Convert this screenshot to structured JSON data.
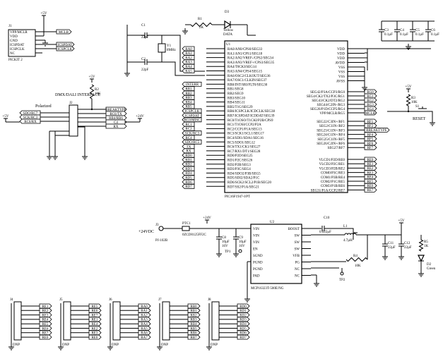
{
  "pickit": {
    "ref": "J1",
    "name": "PICKIT 2",
    "pins": [
      "VPP/MCLR",
      "VDD",
      "GND",
      "ICSPDAT",
      "ICSPCLK",
      "NC"
    ],
    "flags": [
      "MCLR",
      "ICSPDAT",
      "ICSPCLK"
    ],
    "vcc": "+5V"
  },
  "dmx": {
    "title": "DMX/DALI INTERFACE",
    "ref": "J2",
    "polarized": "Polarized",
    "r": "R2",
    "rv": "10K",
    "vcc": "+5V",
    "v24": "+24V",
    "left_flags": [
      "SDO/RC7",
      "SCK/RC3",
      "RC6/RX"
    ],
    "right_flags": [
      "BREAKTYPE",
      "RC6/TX",
      "RB4/RB6",
      "C4",
      "RX"
    ],
    "ctl": "BREAKTYPE"
  },
  "mcu": {
    "ref": "U1",
    "part": "PIC16F1947-I/PT",
    "left_pins": [
      "RA0/AN0/CPS0/SEG33",
      "RA1/AN1/CPS1/SEG18",
      "RA2/AN2/VREF-/CPS2/SEG34",
      "RA3/AN3/VREF+/CPS3/SEG35",
      "RA4/T0CKI/SEG14",
      "RA5/AN4/CPS4/SEG15",
      "RA6/OSC2/CLKOUT/SEG36",
      "RA7/OSC1/CLKIN/SEG37",
      "RB0/INT/SRI/FLT0/SEG30",
      "RB1/SEG8",
      "RB2/SEG9",
      "RB3/SEG10",
      "RB4/SEG11",
      "RB5/T1G/SEG29",
      "RB6/ICSPCLK/ICDCLK/SEG38",
      "RB7/ICSPDAT/ICDDAT/SEG39",
      "RC0/T1OSO/T1CKI/P2B/CPS9",
      "RC1/T1OSI/CCP2/P2A",
      "RC2/CCP1/P1A/SEG13",
      "RC3/SCK1/SCL1/SEG17",
      "RC4/SDI1/SDA1/SEG16",
      "RC5/SDO1/SEG12",
      "RC6/TX1/CK1/SEG27",
      "RC7/RX1/DT1/SEG28",
      "RD0/P2D/SEG25",
      "RD1/P2C/SEG26",
      "RD2/P2B/SEG3",
      "RD3/P3C/SEG4",
      "RD4/SDO2/P3B/SEG5",
      "RD5/SDI2/SDA2/P1C",
      "RD6/SCK2/SCL2/P1B/SEG20",
      "RD7/SS2/P1A/SEG21"
    ],
    "right_pins": [
      "VDD",
      "VDD",
      "VDD",
      "AVDD",
      "VSS",
      "VSS",
      "VSS",
      "AVSS",
      "SEG42/P3A/CCP3/RG0",
      "SEG4/CK2/TX2/P3C/RG1",
      "SEG43/CK2/DT2/RG2",
      "SEG44/C2IN-/RG3",
      "SEG26/P1D/CCP5/RG4",
      "VPP/MCLR/RG5",
      "SEG22/C3IN+/RF1",
      "SEG2/C1IN-/RF2",
      "SEG23/C1IN+/RF3",
      "SEG24/C1IN+/RF4",
      "SEG25/C1IN-/RF5",
      "SEG26/C2IN+/RF6",
      "SEG27/RF7",
      "VLCD1/P2D/RE0",
      "VLCD2/P2C/RE1",
      "VLCD3/P2B/RE2",
      "COM0/P3C/RE3",
      "COM1/P3B/RE4",
      "COM2/P1C/RE5",
      "COM3/P1B/RE6",
      "SEG31/P1A/CCP2/RE7"
    ],
    "left_flags": [
      "RA0",
      "RA1",
      "RA2",
      "RA3",
      "RA4",
      "RA5",
      "",
      "",
      "INTERR",
      "RB1",
      "RB2",
      "RB3",
      "RB4",
      "RB5",
      "ICSPCLK",
      "ICSPDAT",
      "RC0/MISC",
      "RC1",
      "RC2",
      "SCK/RC3",
      "RC4",
      "SDO/RC5",
      "TX",
      "RX",
      "RD0",
      "RD1",
      "RD2",
      "RD3",
      "RD4",
      "RD5",
      "RD6",
      "RD7"
    ],
    "right_flags": [
      "RG0",
      "RG1",
      "RG2",
      "RG3",
      "RG4",
      "MCLR",
      "RF1",
      "RF2",
      "BREAKTYPE",
      "RF4",
      "RF5",
      "RF6",
      "RF7",
      "RE0",
      "RE1",
      "RE2",
      "RE3",
      "RE4",
      "RE5",
      "RE6",
      "RE7"
    ]
  },
  "osc": {
    "c1": "C1",
    "c1v": "22pF",
    "c2": "C2",
    "c2v": "22pF",
    "y": "Y1",
    "yv": "8MHz"
  },
  "led_top": {
    "r": "R1",
    "rv": "2K",
    "d": "D3",
    "dv": "Yellow",
    "label": "DATA"
  },
  "decoupling": {
    "caps": [
      "C3",
      "C4",
      "C5",
      "C6"
    ],
    "val": "0.1µF"
  },
  "reset": {
    "r": "R3",
    "rv": "10K",
    "s": "S1",
    "label": "RESET",
    "flag": "MCLR",
    "vcc": "+5V"
  },
  "psu": {
    "input": "+24VDC",
    "j": "J3",
    "jv": "PJ-102B",
    "fuse": "PTC1",
    "fusev": "0ZCD0125FF2C",
    "c8": "C8",
    "c8v": "10µF",
    "c8b": "16V",
    "c9": "C9",
    "c9v": "10µF",
    "c9b": "16V",
    "tp1": "TP1",
    "u": "U2",
    "part": "MCP16323T-500E/NG",
    "left": [
      "VIN",
      "VIN",
      "VIN",
      "EN",
      "SGND",
      "PGND",
      "PGND",
      "PAD"
    ],
    "right": [
      "BOOST",
      "SW",
      "SW",
      "SW",
      "VFB",
      "PG",
      "NC",
      "NC"
    ],
    "c10": "C10",
    "c10v": "0.022µF",
    "l1": "L1",
    "l1v": "4.7µH",
    "c11": "C11",
    "c11v": "22µF",
    "c12": "C12",
    "c12v": "22µF",
    "r4": "R4",
    "r4v": "10K",
    "tp2": "TP2",
    "r5": "R5",
    "r5v": "1K",
    "d2": "D2",
    "d2v": "Green",
    "v5": "+5V",
    "v24": "+24V"
  },
  "headers": [
    {
      "ref": "J4",
      "part": "DNP",
      "pins": [
        "RE1",
        "RE2",
        "RE3",
        "RE4",
        "RE5",
        "RE6",
        "RE7",
        "RE0"
      ]
    },
    {
      "ref": "J5",
      "part": "DNP",
      "pins": [
        "RE5",
        "RE6",
        "RE7",
        "RE1",
        "RE4",
        "RE2",
        "RE3",
        "RE0"
      ]
    },
    {
      "ref": "J6",
      "part": "DNP",
      "pins": [
        "RA0",
        "RA1",
        "RA2",
        "RA3",
        "RA4",
        "RA5",
        "RA6",
        "RA7"
      ]
    },
    {
      "ref": "J7",
      "part": "DNP",
      "pins": [
        "RB0",
        "RB1",
        "RB2",
        "RB3",
        "RB4",
        "RB5",
        "RB6",
        "RB7"
      ]
    },
    {
      "ref": "J8",
      "part": "DNP",
      "pins": [
        "RD0",
        "RD1",
        "RD2",
        "RD3",
        "RD4",
        "RD5",
        "RD6",
        "RD7"
      ]
    }
  ]
}
